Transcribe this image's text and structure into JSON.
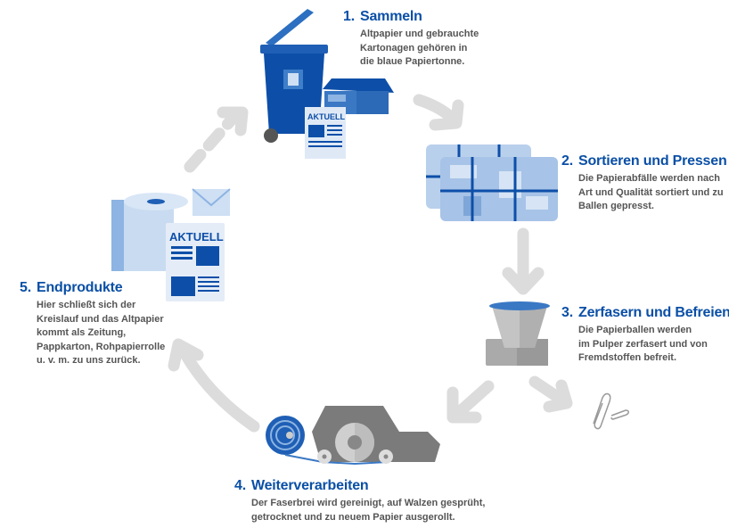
{
  "steps": [
    {
      "number": "1.",
      "title": "Sammeln",
      "lines": [
        "Altpapier und gebrauchte",
        "Kartonagen gehören in",
        "die blaue Papiertonne."
      ]
    },
    {
      "number": "2.",
      "title": "Sortieren und Pressen",
      "lines": [
        "Die Papierabfälle werden nach",
        "Art und Qualität sortiert und zu",
        "Ballen gepresst."
      ]
    },
    {
      "number": "3.",
      "title": "Zerfasern und Befreien",
      "lines": [
        "Die Papierballen werden",
        "im Pulper zerfasert und von",
        "Fremdstoffen befreit."
      ]
    },
    {
      "number": "4.",
      "title": "Weiterverarbeiten",
      "lines": [
        "Der Faserbrei wird gereinigt, auf Walzen gesprüht,",
        "getrocknet und zu neuem Papier ausgerollt."
      ]
    },
    {
      "number": "5.",
      "title": "Endprodukte",
      "lines": [
        "Hier schließt sich der",
        "Kreislauf und das Altpapier",
        "kommt als Zeitung,",
        "Pappkarton, Rohpapierrolle",
        "u. v. m. zu uns zurück."
      ]
    }
  ],
  "newspaper_label": "AKTUELL",
  "colors": {
    "accent": "#0a4fa6",
    "arrow": "#d9d9d9",
    "text": "#555555"
  }
}
